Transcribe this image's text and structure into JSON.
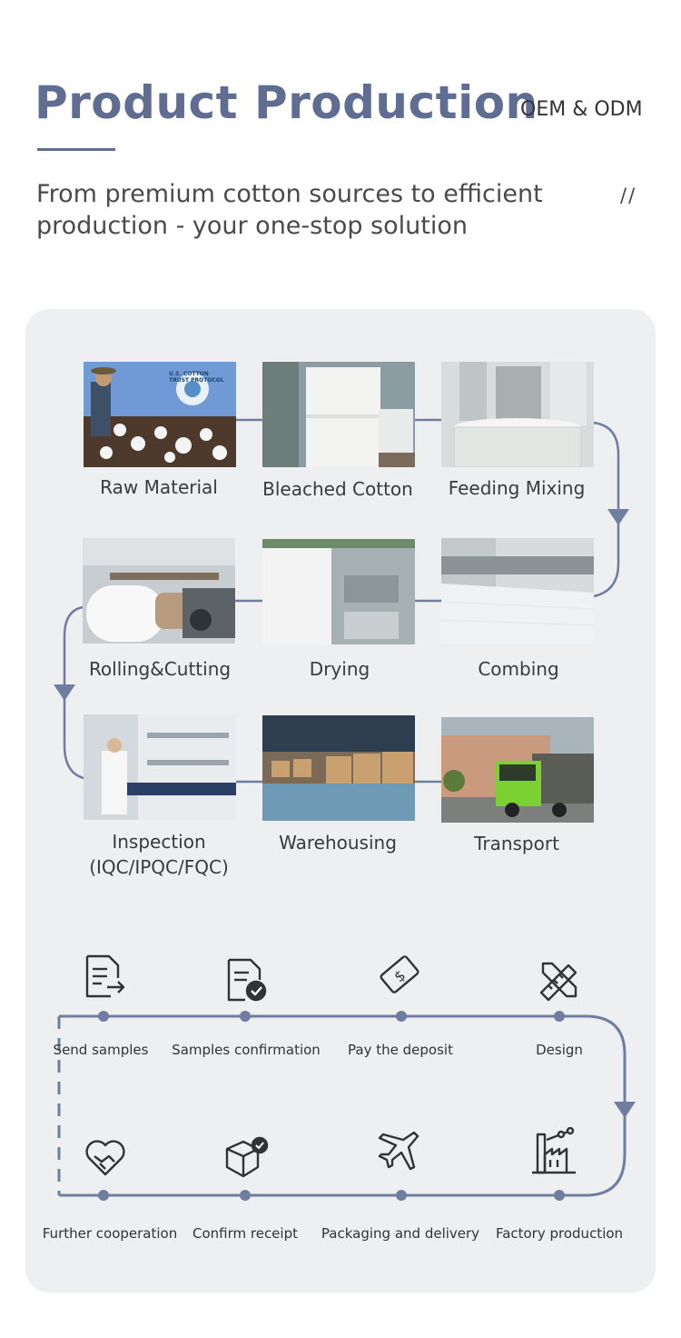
{
  "header": {
    "title": "Product Production",
    "badge": "OEM & ODM",
    "subtitle_line1": "From premium cotton sources to efficient",
    "subtitle_line2": "production - your one-stop solution",
    "decoration": "//"
  },
  "photo_overlay": {
    "logo_line1": "U.S. COTTON",
    "logo_line2": "TRUST PROTOCOL"
  },
  "steps": [
    {
      "label": "Raw Material"
    },
    {
      "label": "Bleached Cotton"
    },
    {
      "label": "Feeding Mixing"
    },
    {
      "label": "Rolling&Cutting"
    },
    {
      "label": "Drying"
    },
    {
      "label": "Combing"
    },
    {
      "label_line1": "Inspection",
      "label_line2": "(IQC/IPQC/FQC)"
    },
    {
      "label": "Warehousing"
    },
    {
      "label": "Transport"
    }
  ],
  "process": [
    {
      "label": "Send samples",
      "icon": "document-send-icon"
    },
    {
      "label": "Samples confirmation",
      "icon": "document-check-icon"
    },
    {
      "label": "Pay the deposit",
      "icon": "dollar-bill-icon"
    },
    {
      "label": "Design",
      "icon": "pencil-ruler-icon"
    },
    {
      "label": "Further cooperation",
      "icon": "heart-handshake-icon"
    },
    {
      "label": "Confirm receipt",
      "icon": "box-check-icon"
    },
    {
      "label": "Packaging and delivery",
      "icon": "airplane-icon"
    },
    {
      "label": "Factory production",
      "icon": "factory-icon"
    }
  ],
  "colors": {
    "accent": "#5e6d91",
    "panel": "#eeeff1",
    "flow_line": "#6f7da0"
  }
}
